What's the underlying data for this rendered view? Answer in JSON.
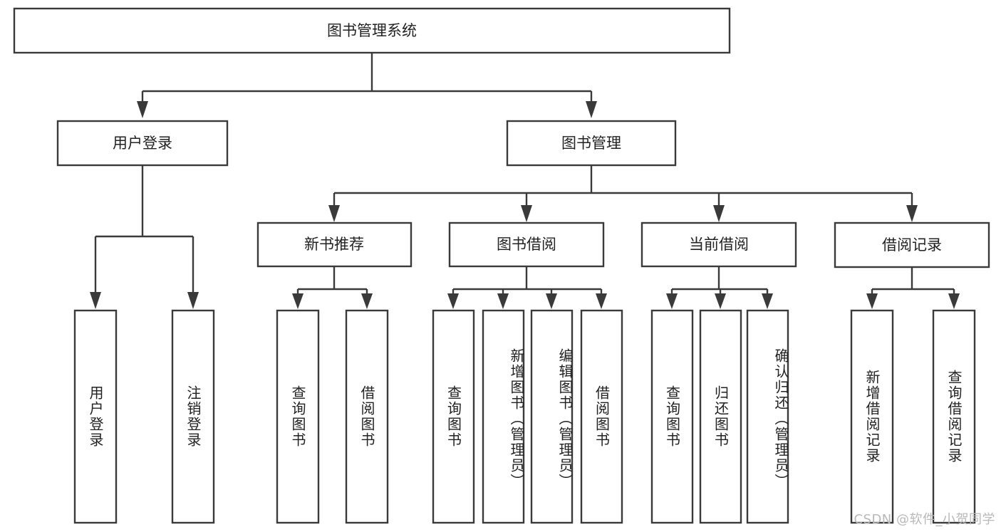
{
  "diagram": {
    "type": "tree-hierarchy",
    "title": "图书管理系统",
    "watermark": "CSDN @软件_小贺同学",
    "colors": {
      "stroke": "#3a3a3a",
      "fill": "#ffffff",
      "text": "#222222",
      "watermark": "#b9b9b9",
      "background": "#ffffff"
    },
    "root": {
      "id": "root",
      "label": "图书管理系统",
      "orientation": "horizontal"
    },
    "level2": [
      {
        "id": "user-login",
        "label": "用户登录",
        "orientation": "horizontal"
      },
      {
        "id": "book-manage",
        "label": "图书管理",
        "orientation": "horizontal"
      }
    ],
    "level3": [
      {
        "id": "new-book-recommend",
        "label": "新书推荐",
        "orientation": "horizontal",
        "parent": "book-manage"
      },
      {
        "id": "book-borrow",
        "label": "图书借阅",
        "orientation": "horizontal",
        "parent": "book-manage"
      },
      {
        "id": "current-borrow",
        "label": "当前借阅",
        "orientation": "horizontal",
        "parent": "book-manage"
      },
      {
        "id": "borrow-record",
        "label": "借阅记录",
        "orientation": "horizontal",
        "parent": "book-manage"
      }
    ],
    "leaves": [
      {
        "id": "leaf-user-login",
        "label": "用户登录",
        "orientation": "vertical",
        "parent": "user-login"
      },
      {
        "id": "leaf-user-logout",
        "label": "注销登录",
        "orientation": "vertical",
        "parent": "user-login"
      },
      {
        "id": "leaf-query-book-1",
        "label": "查询图书",
        "orientation": "vertical",
        "parent": "new-book-recommend"
      },
      {
        "id": "leaf-borrow-book-1",
        "label": "借阅图书",
        "orientation": "vertical",
        "parent": "new-book-recommend"
      },
      {
        "id": "leaf-query-book-2",
        "label": "查询图书",
        "orientation": "vertical",
        "parent": "book-borrow"
      },
      {
        "id": "leaf-add-book",
        "label": "新增图书（管理员）",
        "orientation": "vertical",
        "parent": "book-borrow"
      },
      {
        "id": "leaf-edit-book",
        "label": "编辑图书（管理员）",
        "orientation": "vertical",
        "parent": "book-borrow"
      },
      {
        "id": "leaf-borrow-book-2",
        "label": "借阅图书",
        "orientation": "vertical",
        "parent": "book-borrow"
      },
      {
        "id": "leaf-query-book-3",
        "label": "查询图书",
        "orientation": "vertical",
        "parent": "current-borrow"
      },
      {
        "id": "leaf-return-book",
        "label": "归还图书",
        "orientation": "vertical",
        "parent": "current-borrow"
      },
      {
        "id": "leaf-confirm-return",
        "label": "确认归还（管理员）",
        "orientation": "vertical",
        "parent": "current-borrow"
      },
      {
        "id": "leaf-add-record",
        "label": "新增借阅记录",
        "orientation": "vertical",
        "parent": "borrow-record"
      },
      {
        "id": "leaf-query-record",
        "label": "查询借阅记录",
        "orientation": "vertical",
        "parent": "borrow-record"
      }
    ]
  }
}
